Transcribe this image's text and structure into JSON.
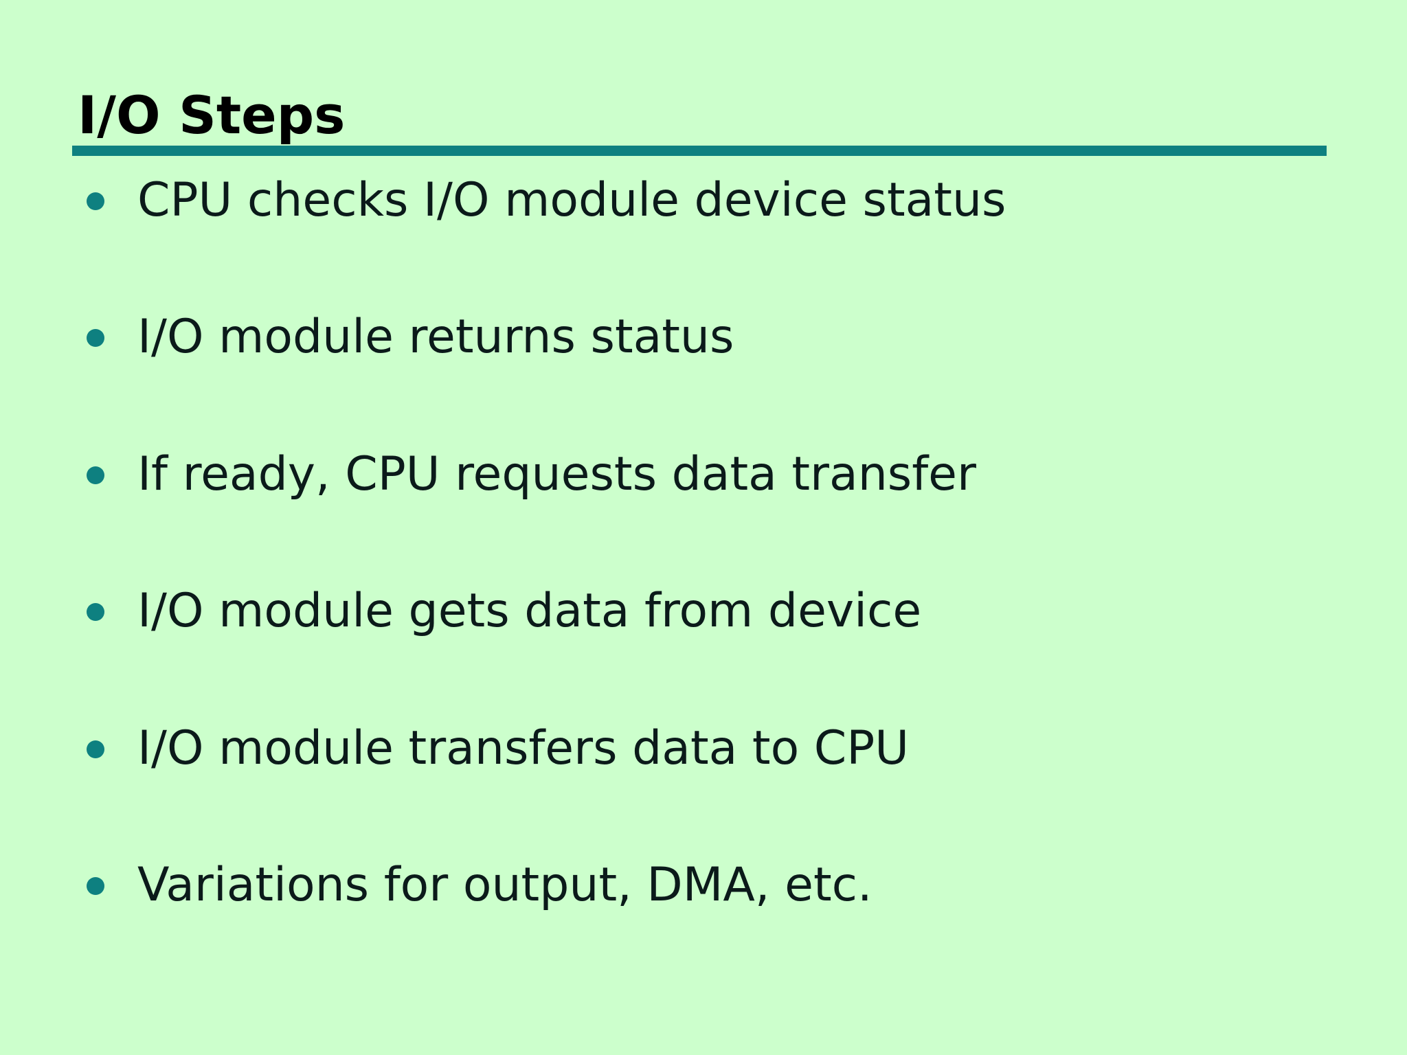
{
  "slide": {
    "title": "I/O Steps",
    "bullets": [
      "CPU checks I/O module device status",
      "I/O module returns status",
      "If ready, CPU requests data transfer",
      "I/O module gets data from device",
      "I/O module transfers data to CPU",
      "Variations for output, DMA, etc."
    ]
  },
  "colors": {
    "background": "#ccffcc",
    "accent": "#0e8080",
    "title_text": "#000000",
    "body_text": "#0b1a1a"
  }
}
